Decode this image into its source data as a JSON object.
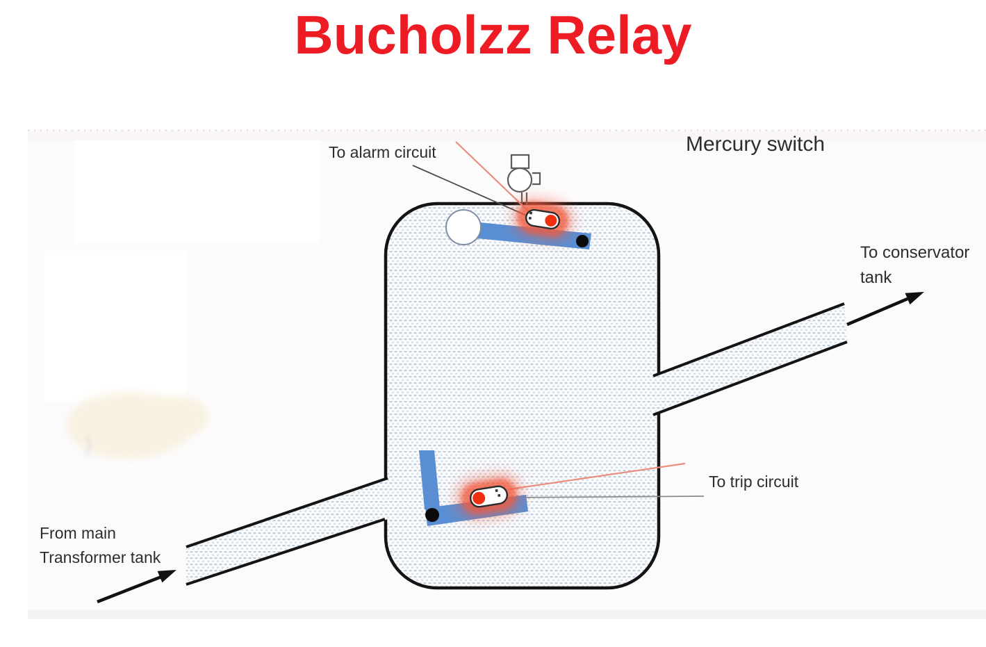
{
  "title": {
    "text": "Bucholzz Relay",
    "color": "#ed1c24"
  },
  "labels": {
    "alarm_circuit": "To alarm circuit",
    "mercury_switch": "Mercury switch",
    "conservator_tank": "To conservator\ntank",
    "trip_circuit": "To trip circuit",
    "from_main": "From main\nTransformer tank"
  },
  "colors": {
    "float_arm_blue": "#5a8ed2",
    "mercury_red": "#ee2f10",
    "switch_glow": "#f15a3c",
    "outline_black": "#141414",
    "leader_pink": "#e98d7e",
    "leader_gray": "#8a8a8a",
    "oil_dot_blue": "#c3ccdb"
  }
}
